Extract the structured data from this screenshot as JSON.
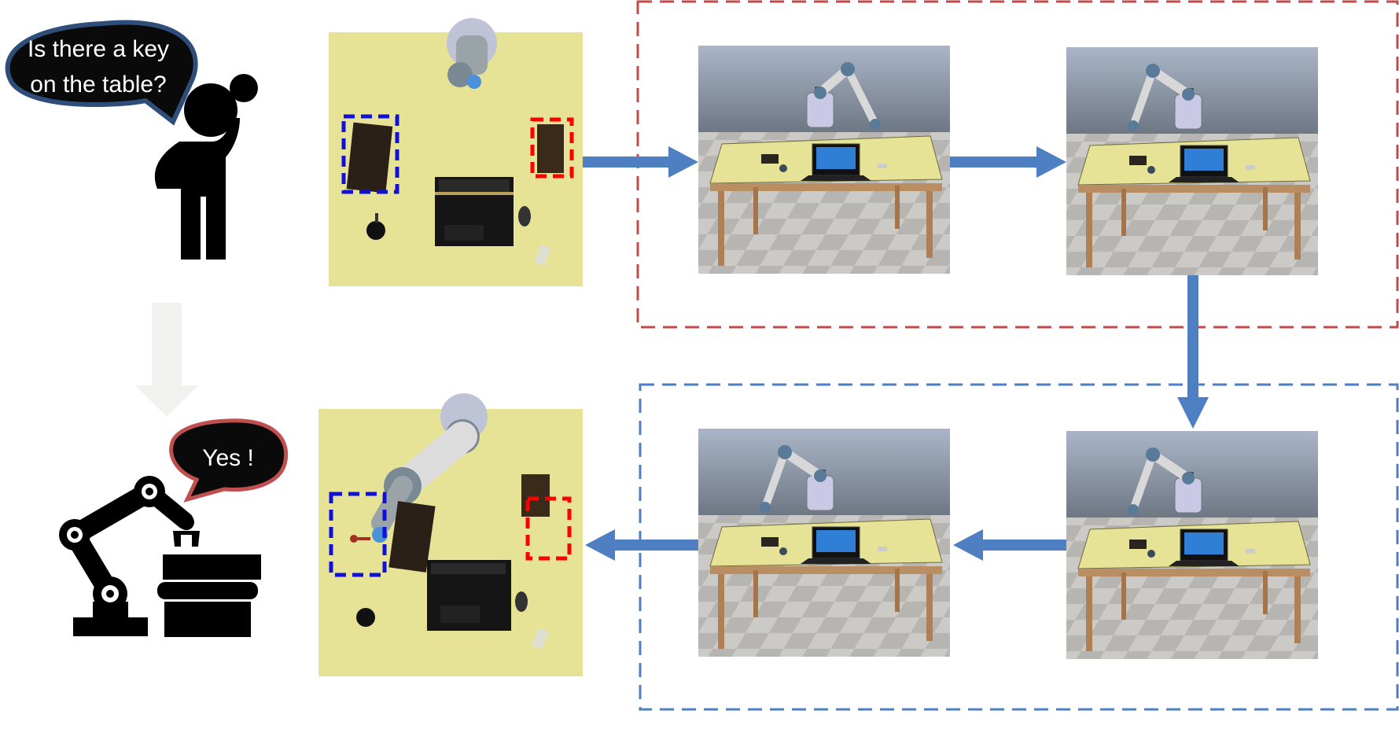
{
  "question_bubble": {
    "line1": "Is there a key",
    "line2": "on the table?"
  },
  "answer_bubble": {
    "text": "Yes !"
  },
  "colors": {
    "table_top": "#e7e396",
    "flow_arrow": "#4e7fc2",
    "faded_arrow": "#f1f1ee",
    "red_box": "#c44a4a",
    "blue_box": "#4e7fc2",
    "dark_bubble": "#0a0a0a",
    "question_bubble_border": "#2e4d78",
    "answer_bubble_border": "#c05050",
    "highlight_red": "#ff0000",
    "highlight_blue": "#1010d8"
  },
  "icons": [
    "thinking-person-icon",
    "robot-arm-icon",
    "stacked-boxes-icon"
  ]
}
